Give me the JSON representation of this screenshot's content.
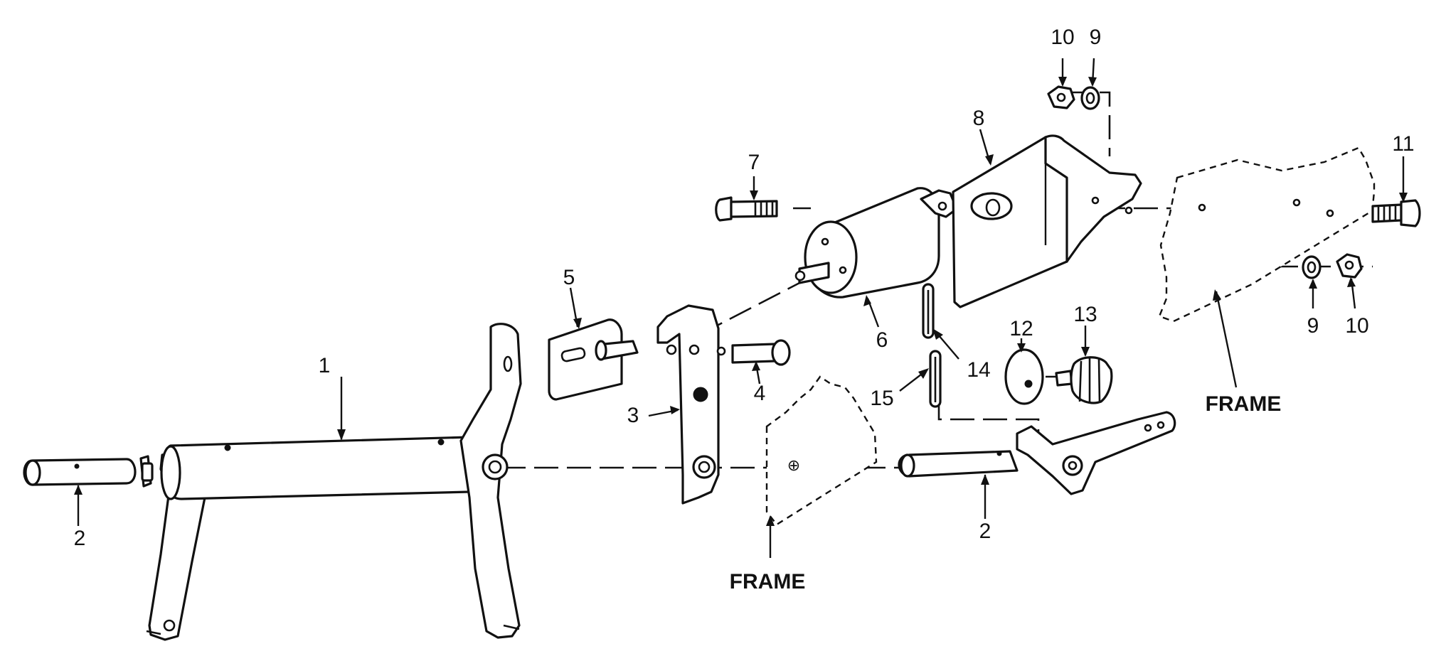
{
  "callouts": {
    "c1": "1",
    "c2_left": "2",
    "c2_right": "2",
    "c3": "3",
    "c4": "4",
    "c5": "5",
    "c6": "6",
    "c7": "7",
    "c8": "8",
    "c9_top": "9",
    "c9_bottom": "9",
    "c10_top": "10",
    "c10_bottom": "10",
    "c11": "11",
    "c12": "12",
    "c13": "13",
    "c14": "14",
    "c15": "15"
  },
  "frame_labels": {
    "left": "FRAME",
    "right": "FRAME"
  },
  "frame_marks": {
    "left_symbol": "⊕"
  }
}
